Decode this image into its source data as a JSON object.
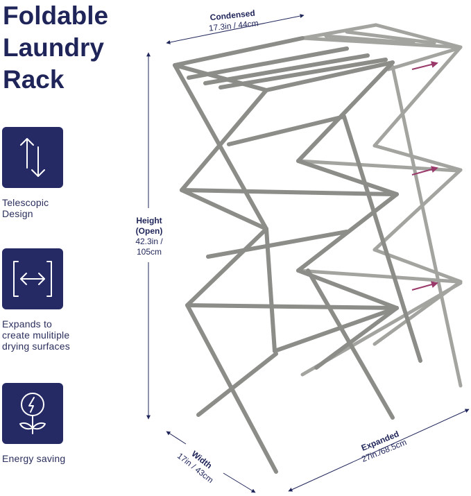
{
  "title": {
    "line1": "Foldable",
    "line2": "Laundry",
    "line3": "Rack"
  },
  "features": [
    {
      "icon": "telescopic-arrows-icon",
      "line1": "Telescopic",
      "line2": "Design",
      "line3": ""
    },
    {
      "icon": "expand-arrows-icon",
      "line1": "Expands to",
      "line2": "create mulitiple",
      "line3": "drying surfaces"
    },
    {
      "icon": "energy-bulb-icon",
      "line1": "Energy saving",
      "line2": "",
      "line3": ""
    }
  ],
  "dimensions": {
    "condensed": {
      "label": "Condensed",
      "value": "17.3in / 44cm"
    },
    "height": {
      "label1": "Height",
      "label2": "(Open)",
      "value1": "42.3in /",
      "value2": "105cm"
    },
    "width": {
      "label": "Width",
      "value": "17in / 43cm"
    },
    "expanded": {
      "label": "Expanded",
      "value": "27in./68.5cm"
    }
  },
  "colors": {
    "navy": "#262a64",
    "frame": "#8c8c88",
    "arrow": "#9a3a6a"
  }
}
